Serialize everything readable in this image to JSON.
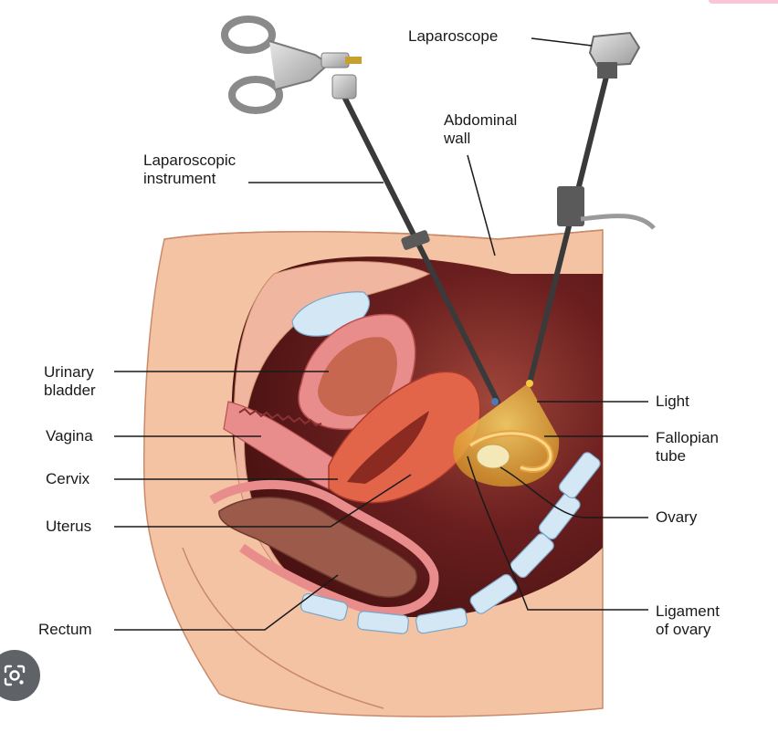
{
  "labels": {
    "laparoscope": "Laparoscope",
    "abdominal_wall": [
      "Abdominal",
      "wall"
    ],
    "laparoscopic_instrument": [
      "Laparoscopic",
      "instrument"
    ],
    "urinary_bladder": [
      "Urinary",
      "bladder"
    ],
    "vagina": "Vagina",
    "cervix": "Cervix",
    "uterus": "Uterus",
    "rectum": "Rectum",
    "light": "Light",
    "fallopian_tube": [
      "Fallopian",
      "tube"
    ],
    "ovary": "Ovary",
    "ligament_of_ovary": [
      "Ligament",
      "of ovary"
    ]
  },
  "colors": {
    "skin": "#f4c3a3",
    "skin_dark": "#e9a988",
    "cavity": "#6b1f1f",
    "organ_pink": "#e88c8c",
    "uterus": "#e2654a",
    "bladder": "#c8674f",
    "rectum": "#9b5a4a",
    "bone": "#d4e7f5",
    "light": "#f5c842",
    "instrument": "#3a3a3a",
    "lens_button": "#5f6368"
  },
  "icons": {
    "lens": "google-lens-icon"
  }
}
